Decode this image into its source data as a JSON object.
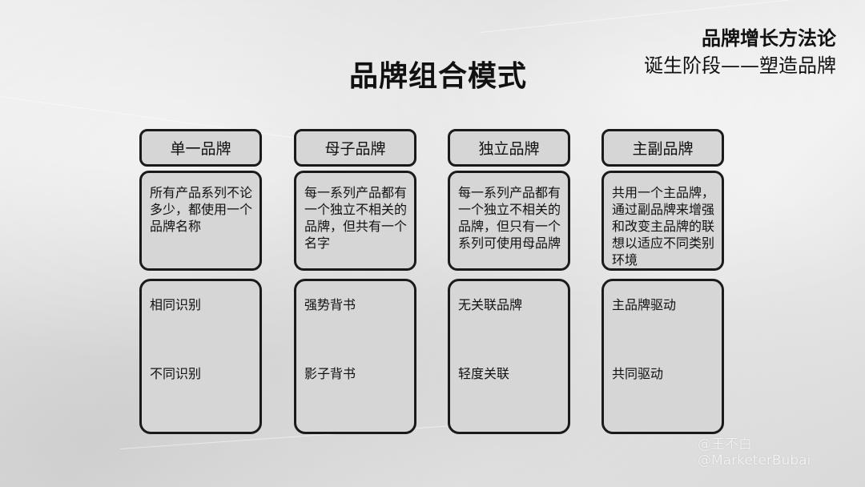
{
  "header": {
    "brand_title": "品牌增长方法论",
    "brand_subtitle": "诞生阶段——塑造品牌",
    "page_title": "品牌组合模式"
  },
  "columns": [
    {
      "title": "单一品牌",
      "description": "所有产品系列不论多少，都使用一个品牌名称",
      "detail_1": "相同识别",
      "detail_2": "不同识别"
    },
    {
      "title": "母子品牌",
      "description": "每一系列产品都有一个独立不相关的品牌，但共有一个名字",
      "detail_1": "强势背书",
      "detail_2": "影子背书"
    },
    {
      "title": "独立品牌",
      "description": "每一系列产品都有一个独立不相关的品牌，但只有一个系列可使用母品牌",
      "detail_1": "无关联品牌",
      "detail_2": "轻度关联"
    },
    {
      "title": "主副品牌",
      "description": "共用一个主品牌，通过副品牌来增强和改变主品牌的联想以适应不同类别环境",
      "detail_1": "主品牌驱动",
      "detail_2": "共同驱动"
    }
  ],
  "watermark": {
    "line1": "@王不白",
    "line2": "@MarketerBubai"
  }
}
